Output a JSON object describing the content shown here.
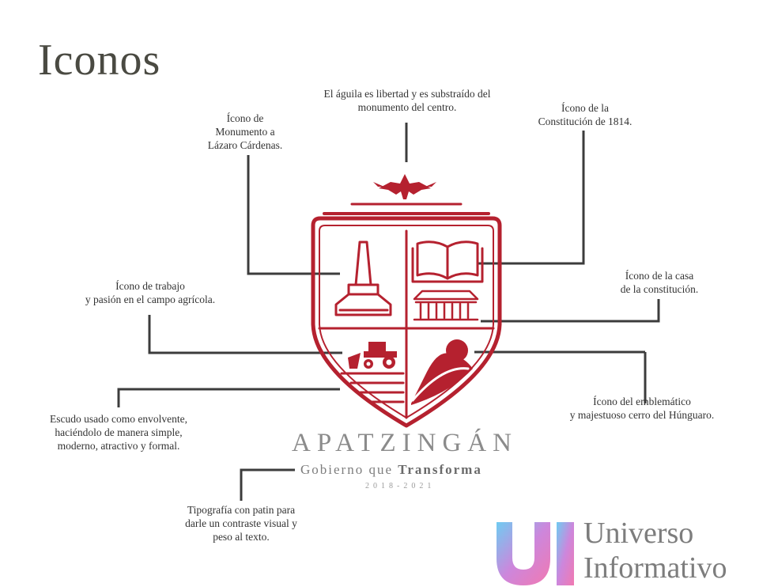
{
  "title": "Iconos",
  "annotations": {
    "eagle": [
      "El águila es libertad y es substraído del",
      "monumento del centro."
    ],
    "monument": [
      "Ícono de",
      "Monumento a",
      "Lázaro Cárdenas."
    ],
    "constitution": [
      "Ícono de la",
      "Constitución de 1814."
    ],
    "house": [
      "Ícono de la casa",
      "de la constitución."
    ],
    "work": [
      "Ícono de trabajo",
      "y pasión en el campo agrícola."
    ],
    "hill": [
      "Ícono del emblemático",
      "y majestuoso cerro del Húnguaro."
    ],
    "shield": [
      "Escudo usado como envolvente,",
      "haciéndolo de manera simple,",
      "moderno, atractivo y formal."
    ],
    "typography": [
      "Tipografía con patin para",
      "darle un contraste visual y",
      "peso al texto."
    ]
  },
  "brand": {
    "name": "APATZINGÁN",
    "motto_prefix": "Gobierno que ",
    "motto_bold": "Transforma",
    "years": "2018-2021"
  },
  "watermark": {
    "line1": "Universo",
    "line2": "Informativo"
  },
  "colors": {
    "shield_red": "#b5212f",
    "line_dark": "#3c3c3c"
  }
}
